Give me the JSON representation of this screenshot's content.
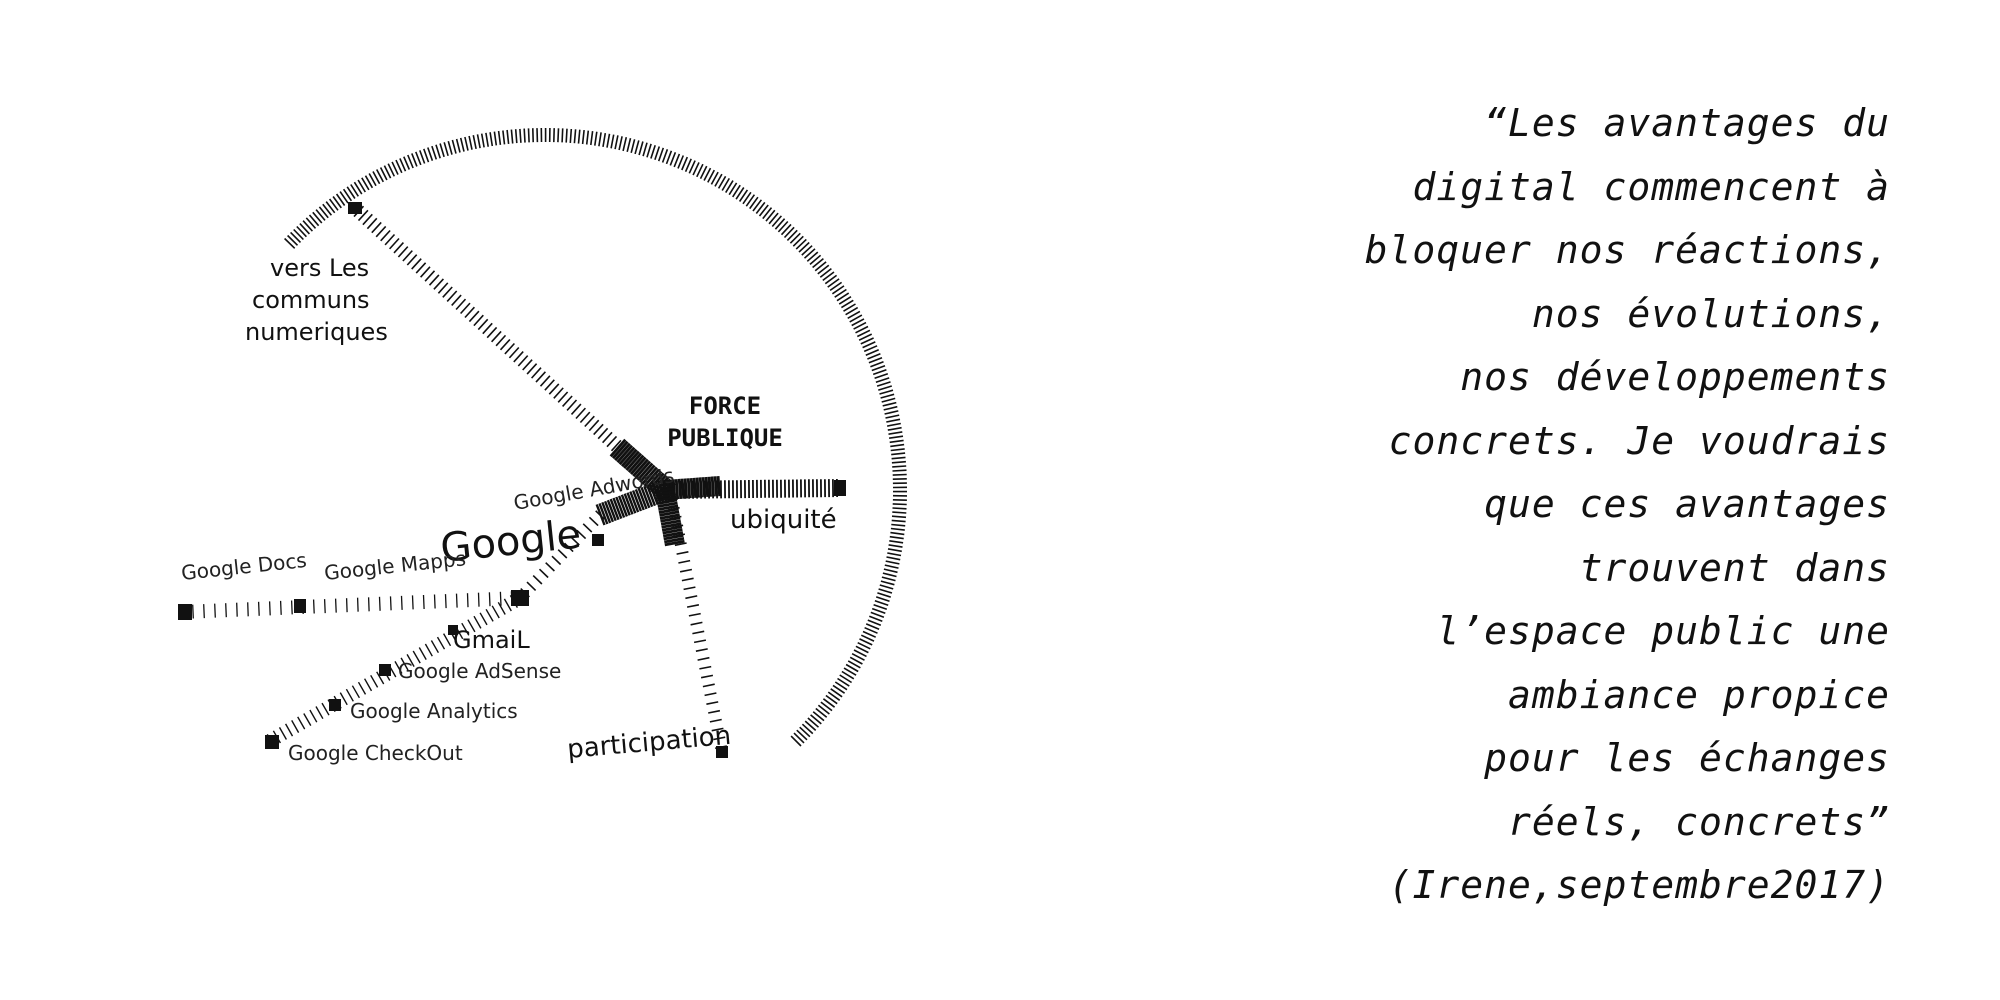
{
  "diagram": {
    "center_label": [
      "FORCE",
      "PUBLIQUE"
    ],
    "labels": {
      "communs": [
        "vers Les",
        "communs",
        "numeriques"
      ],
      "ubiquite": "ubiquité",
      "participation": "participation",
      "google": "Google",
      "adwords": "Google Adwords",
      "docs": "Google Docs",
      "mapps": "Google Mapps",
      "gmail": "GmaiL",
      "adsense": "Google AdSense",
      "analytics": "Google Analytics",
      "checkout": "Google CheckOut"
    }
  },
  "quote": {
    "lines": [
      "“Les avantages du",
      "digital commencent à",
      "bloquer nos réactions,",
      "nos évolutions,",
      "nos développements",
      "concrets. Je voudrais",
      "que ces avantages",
      "trouvent dans",
      "l’espace public une",
      "ambiance propice",
      "pour les échanges",
      "réels, concrets”",
      "(Irene,septembre2017)"
    ]
  }
}
